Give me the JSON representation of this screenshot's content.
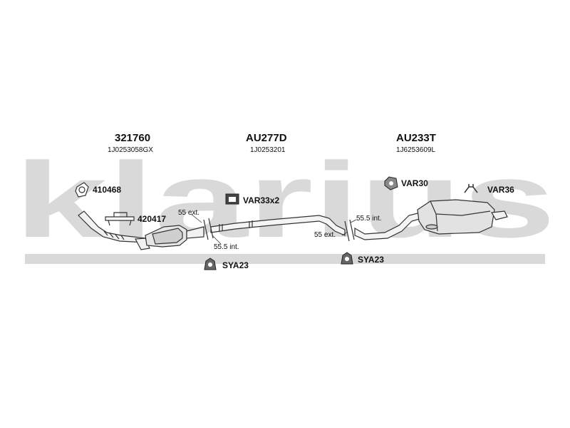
{
  "watermark": {
    "text": "klarius",
    "color": "#d9d9d9"
  },
  "sections": [
    {
      "part_number": "321760",
      "oem_ref": "1J0253058GX"
    },
    {
      "part_number": "AU277D",
      "oem_ref": "1J0253201"
    },
    {
      "part_number": "AU233T",
      "oem_ref": "1J6253609L"
    }
  ],
  "accessories": [
    {
      "code": "410468",
      "icon": "gasket-icon"
    },
    {
      "code": "420417",
      "icon": "bracket-icon"
    },
    {
      "code": "VAR33x2",
      "icon": "rubber-mount-icon"
    },
    {
      "code": "SYA23",
      "icon": "hanger-icon"
    },
    {
      "code": "SYA23",
      "icon": "hanger-icon"
    },
    {
      "code": "VAR30",
      "icon": "rubber-mount-icon"
    },
    {
      "code": "VAR36",
      "icon": "hook-hanger-icon"
    }
  ],
  "joints": [
    {
      "ext": "55 ext.",
      "int": "55.5 int."
    },
    {
      "ext": "55 ext.",
      "int": "55.5 int."
    }
  ]
}
